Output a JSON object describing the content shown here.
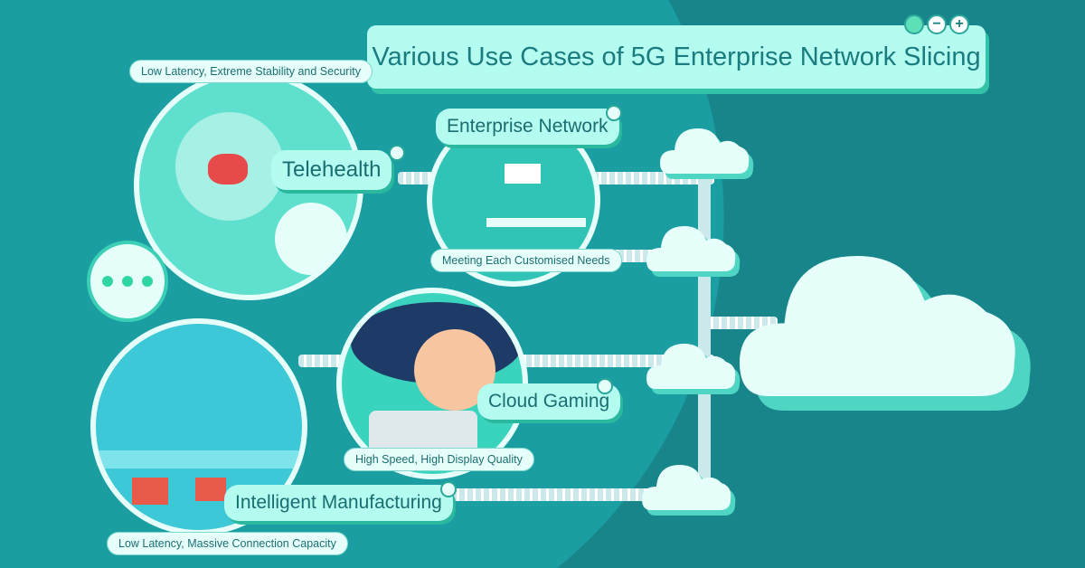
{
  "title": "Various Use Cases of 5G Enterprise Network Slicing",
  "window_controls": {
    "minus": "−",
    "plus": "+"
  },
  "use_cases": [
    {
      "label": "Telehealth",
      "note": "Low Latency, Extreme Stability and Security"
    },
    {
      "label": "Enterprise Network",
      "note": "Meeting Each Customised Needs"
    },
    {
      "label": "Cloud Gaming",
      "note": "High Speed, High Display Quality"
    },
    {
      "label": "Intelligent Manufacturing",
      "note": "Low Latency, Massive Connection Capacity"
    }
  ],
  "colors": {
    "bg": "#18858b",
    "accent": "#b4fbf0",
    "cloud": "#e6fffb"
  }
}
